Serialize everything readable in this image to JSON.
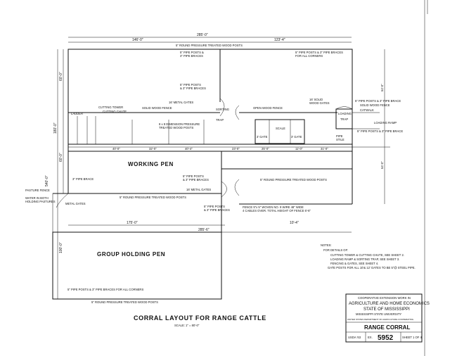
{
  "title": "CORRAL LAYOUT FOR RANGE CATTLE",
  "scale": "SCALE: 1\" = 80'-0\"",
  "dimensions": {
    "top_total": "285'-0\"",
    "top_left": "146'-0\"",
    "top_right": "123'-4\"",
    "left_total": "180'-0\"",
    "left_upper": "60'-0\"",
    "left_mid": "60'-0\"",
    "left_outer": "540'-0\"",
    "left_lower": "100'-0\"",
    "mid_row": [
      "40'-0\"",
      "32'-0\"",
      "40'-4\"",
      "23'-0\"",
      "25'-0\"",
      "11'-0\"",
      "31'-0\""
    ],
    "bottom_pen": "175'-0\"",
    "bottom_total": "285'-6\"",
    "bottom_right": "10'-4\"",
    "right_upper": "64'-0\"",
    "right_lower": "64'-0\""
  },
  "pens": {
    "working": "WORKING PEN",
    "holding": "GROUP HOLDING PEN"
  },
  "labels": {
    "round_posts_top": "5\" ROUND PRESSURE TREATED WOOD POSTS",
    "pipe_posts_top": "5\" PIPE POSTS &\n3\" PIPE BRACES",
    "pipe_posts_top_right": "5\" PIPE POSTS & 3\" PIPE BRACES\nFOR ALL CORNERS",
    "pipe_posts_mid": "5\" PIPE POSTS\n& 3\" PIPE BRACES",
    "cutting_tower": "CUTTING TOWER",
    "cutting_chute": "CUTTING CHUTE",
    "ladder": "LADDER",
    "solid_wood_fence": "SOLID WOOD FENCE",
    "metal_gates": "16' METAL GATES",
    "sorting": "SORTING",
    "trap": "TRAP",
    "open_wood_fence": "OPEN WOOD FENCE",
    "solid_wood_gates": "16' SOLID\nWOOD GATES",
    "pressure_posts": "8 x 8 DIMENSION PRESSURE\nTREATED WOOD POSTS",
    "scale": "SCALE",
    "gate_left": "3' GATE",
    "gate_right": "3' GATE",
    "loading": "LOADING",
    "trap2": "TRAP",
    "pipe_stile": "PIPE\nSTILE",
    "pipe_brace_right": "5\" PIPE POSTS & 3\" PIPE BRACE",
    "solid_wood_fence_r": "SOLID WOOD FENCE",
    "catwalk": "CATWALK",
    "loading_ramp": "LOADING RAMP",
    "pipe_posts_right2": "5\" PIPE POSTS & 3\" PIPE BRACE",
    "pipe_brace_left": "3\" PIPE BRACE",
    "pipe_posts_working": "5\" PIPE POSTS\n& 3\" PIPE BRACES",
    "metal_gates2": "16' METAL GATES",
    "round_posts_working": "5\" ROUND PRESSURE TREATED WOOD POSTS",
    "round_posts_right": "5\" ROUND PRESSURE TREATED WOOD POSTS",
    "pasture_fence": "PASTURE FENCE",
    "water": "WATER IN BOTH\nHOLDING PASTURES",
    "metal_gates3": "METAL GATES",
    "pipe_posts_bottom": "5\" PIPE POSTS\n& 3\" PIPE BRACES",
    "fence_note": "FENCE 5\"x 5\" WOVEN NO. 9 WIRE  48\" WIDE\n4 CABLES OVER.  TOTAL HEIGHT OF FENCE 6'-6\"",
    "pipe_corners": "5\" PIPE POSTS & 3\" PIPE BRACES FOR ALL CORNERS",
    "round_posts_bottom": "5\" ROUND PRESSURE TREATED WOOD POSTS"
  },
  "notes": {
    "heading": "NOTES:",
    "lines": [
      "FOR DETAILS OF:",
      "CUTTING TOWER & CUTTING CHUTE, SEE SHEET 2.",
      "LOADING RAMP & SORTING TRAP, SEE SHEET 3.",
      "FENCING & GATES, SEE SHEET 4.",
      "GATE POSTS FOR ALL 10'& 12' GATES TO BE 5\"@ STEEL PIPE."
    ]
  },
  "title_block": {
    "line1": "COOPERATIVE EXTENSION WORK IN",
    "line2": "AGRICULTURE AND HOME ECONOMICS",
    "line3": "STATE OF MISSISSIPPI",
    "line4": "MISSISSIPPI STATE UNIVERSITY",
    "line5": "UNITED STATES DEPARTMENT OF AGRICULTURE COOPERATING",
    "drawing_title": "RANGE CORRAL",
    "usda": "USDA '63",
    "ex": "EX.",
    "number": "5952",
    "sheet": "SHEET 1 OF 4"
  }
}
